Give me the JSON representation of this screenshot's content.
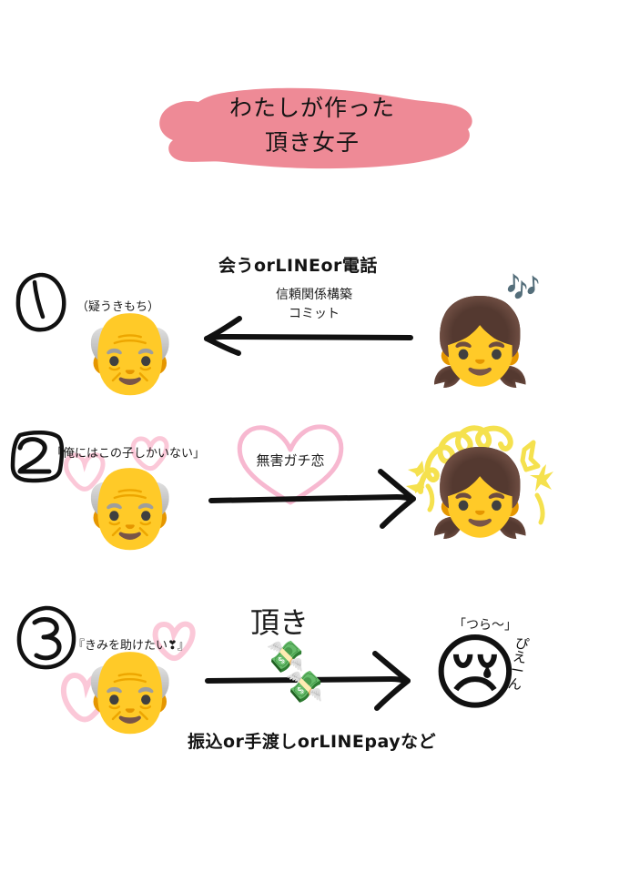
{
  "page": {
    "background_color": "#ffffff",
    "title_blob_color": "#ee8a96",
    "pink_heart_color": "#fbc8d8",
    "pink_outline_color": "#f7b8d0",
    "yellow_sparkle_color": "#f5e14e",
    "ink_color": "#111111"
  },
  "title": {
    "line1": "わたしが作った",
    "line2": "頂き女子"
  },
  "steps": [
    {
      "number": "1",
      "number_shape": "circle",
      "headline": "会うorLINEor電話",
      "sub_lines": [
        "信頼関係構築",
        "コミット"
      ],
      "left_caption": "（疑うきもち）",
      "left_emoji": "older-man-face",
      "right_emoji": "girl-face",
      "right_decor": "music-notes",
      "arrow_direction": "left"
    },
    {
      "number": "2",
      "number_shape": "rounded-square",
      "headline": "",
      "left_caption": "「俺にはこの子しかいない」",
      "left_emoji": "older-man-face",
      "left_decor": "pink-hearts",
      "heart_label": "無害ガチ恋",
      "right_emoji": "girl-face",
      "right_decor": "yellow-sparkles",
      "arrow_direction": "right"
    },
    {
      "number": "3",
      "number_shape": "circle",
      "headline": "頂き",
      "left_caption": "『きみを助けたい❣』",
      "left_emoji": "older-man-face",
      "left_decor": "pink-hearts",
      "arrow_emoji": "money-with-wings",
      "bottom_caption": "振込or手渡しorLINEpayなど",
      "right_caption": "「つら～」",
      "right_emoji": "crying-girl-face",
      "right_decor": "pien-handwriting",
      "right_decor_text": "ぴえーん",
      "arrow_direction": "right"
    }
  ],
  "icons": {
    "music_notes": "🎶",
    "money_with_wings": "💸",
    "heart_exclamation": "❣"
  }
}
